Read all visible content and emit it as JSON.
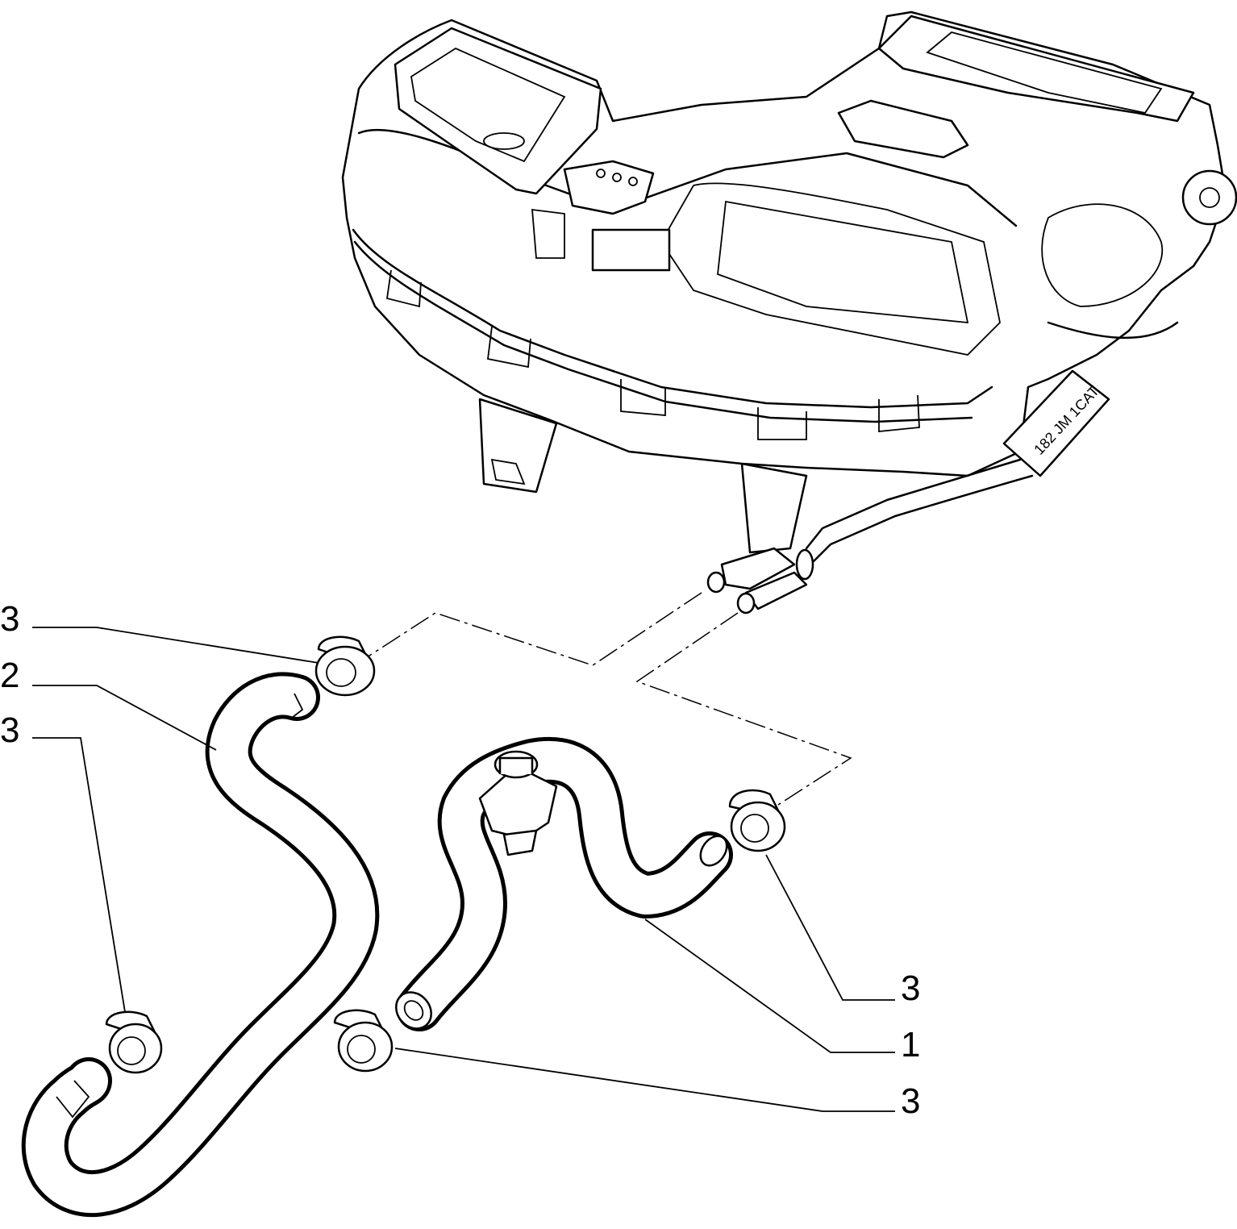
{
  "callouts": [
    {
      "id": "c1",
      "text": "3"
    },
    {
      "id": "c2",
      "text": "2"
    },
    {
      "id": "c3",
      "text": "3"
    },
    {
      "id": "c4",
      "text": "3"
    },
    {
      "id": "c5",
      "text": "1"
    },
    {
      "id": "c6",
      "text": "3"
    }
  ],
  "housing": {
    "stamp_text": "182 JM 1CAT"
  }
}
